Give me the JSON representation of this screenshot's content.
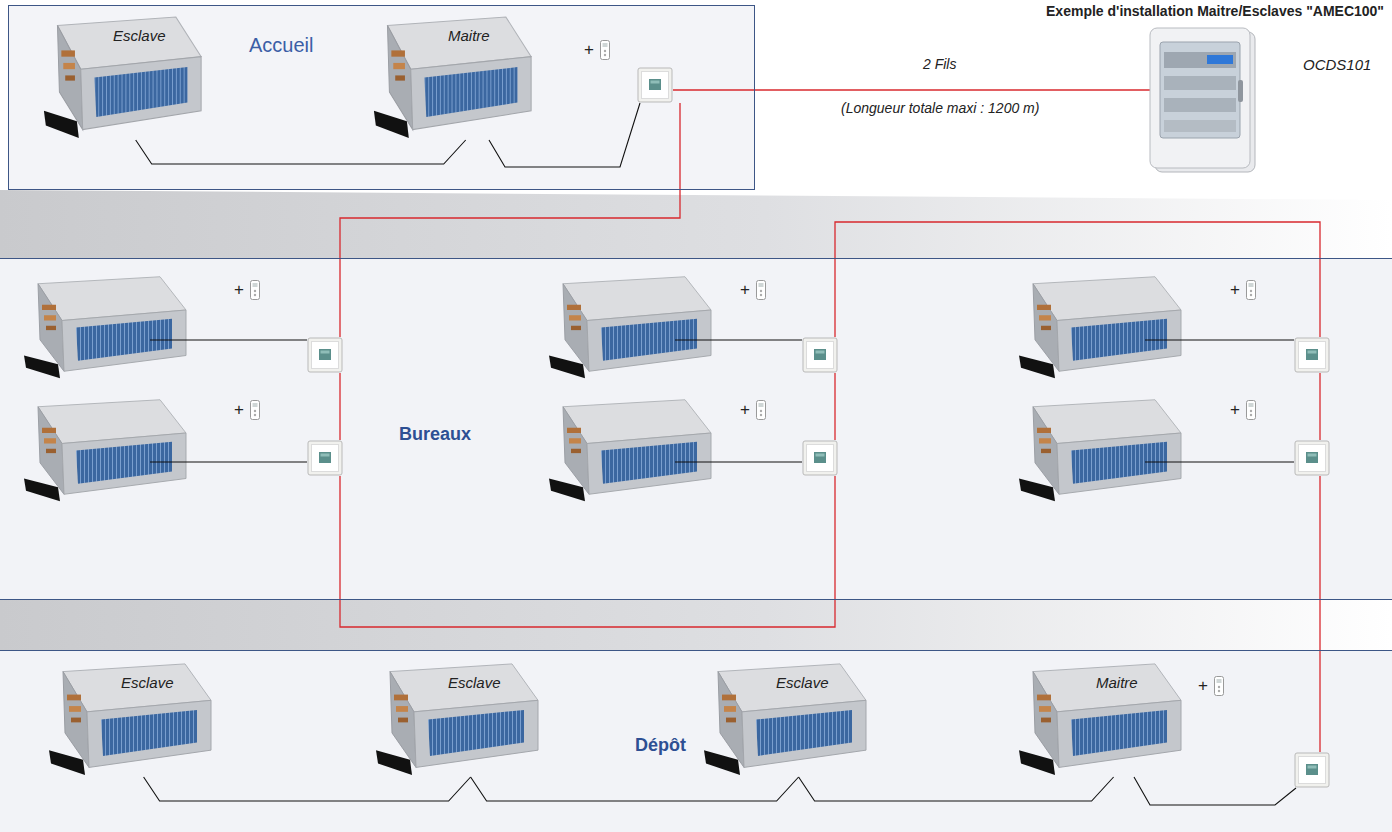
{
  "diagram": {
    "title": "Exemple d'installation Maitre/Esclaves \"AMEC100\"",
    "nodes": [
      {
        "text": [
          "Accueil"
        ]
      },
      {
        "text": [
          "Esclave"
        ],
        "in": 0
      },
      {
        "text": [
          "Maitre"
        ],
        "in": 0
      },
      {
        "text": [
          "OCDS101"
        ]
      },
      {
        "text": [
          "Bureaux"
        ]
      },
      {
        "text": [
          "Dépôt"
        ]
      },
      {
        "text": [
          "Esclave"
        ],
        "in": 5
      },
      {
        "text": [
          "Esclave"
        ],
        "in": 5
      },
      {
        "text": [
          "Esclave"
        ],
        "in": 5
      },
      {
        "text": [
          "Maitre"
        ],
        "in": 5
      }
    ],
    "edges": [
      {
        "from": 1,
        "to": 2,
        "arrow": "none"
      },
      {
        "from": 6,
        "to": 7,
        "arrow": "none"
      },
      {
        "from": 7,
        "to": 8,
        "arrow": "none"
      },
      {
        "from": 8,
        "to": 9,
        "arrow": "none"
      }
    ],
    "labels": [
      "+",
      "2 Fils",
      "(Longueur totale maxi : 1200 m)",
      "+",
      "+",
      "+",
      "+",
      "+",
      "+",
      "+"
    ]
  }
}
